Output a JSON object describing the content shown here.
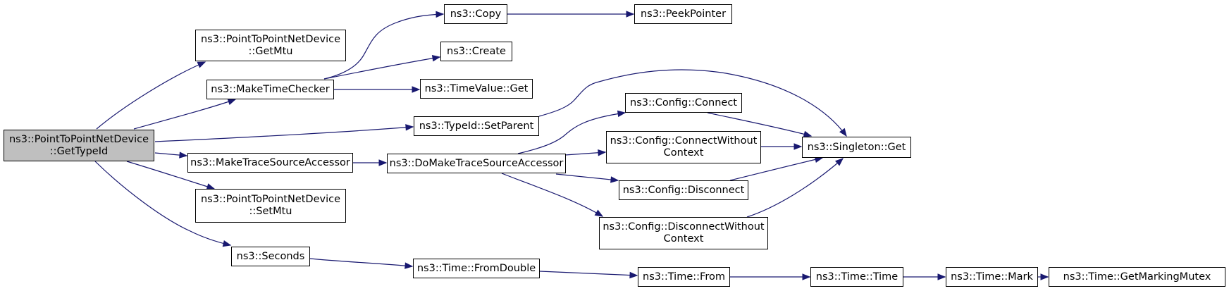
{
  "graph": {
    "edge_color": "#191970",
    "root_fill": "#bfbfbf",
    "nodes": [
      {
        "id": "root",
        "label": "ns3::PointToPointNetDevice\n::GetTypeId",
        "root": true
      },
      {
        "id": "getmtu",
        "label": "ns3::PointToPointNetDevice\n::GetMtu"
      },
      {
        "id": "mtc",
        "label": "ns3::MakeTimeChecker"
      },
      {
        "id": "mtsa",
        "label": "ns3::MakeTraceSourceAccessor"
      },
      {
        "id": "setmtu",
        "label": "ns3::PointToPointNetDevice\n::SetMtu"
      },
      {
        "id": "seconds",
        "label": "ns3::Seconds"
      },
      {
        "id": "copy",
        "label": "ns3::Copy"
      },
      {
        "id": "peek",
        "label": "ns3::PeekPointer"
      },
      {
        "id": "create",
        "label": "ns3::Create"
      },
      {
        "id": "tvget",
        "label": "ns3::TimeValue::Get"
      },
      {
        "id": "setparent",
        "label": "ns3::TypeId::SetParent"
      },
      {
        "id": "dmtsa",
        "label": "ns3::DoMakeTraceSourceAccessor"
      },
      {
        "id": "cconnect",
        "label": "ns3::Config::Connect"
      },
      {
        "id": "cconnectwo",
        "label": "ns3::Config::ConnectWithout\nContext"
      },
      {
        "id": "cdisconnect",
        "label": "ns3::Config::Disconnect"
      },
      {
        "id": "cdisconnectwo",
        "label": "ns3::Config::DisconnectWithout\nContext"
      },
      {
        "id": "singleton",
        "label": "ns3::Singleton::Get"
      },
      {
        "id": "fromdouble",
        "label": "ns3::Time::FromDouble"
      },
      {
        "id": "from",
        "label": "ns3::Time::From"
      },
      {
        "id": "time",
        "label": "ns3::Time::Time"
      },
      {
        "id": "mark",
        "label": "ns3::Time::Mark"
      },
      {
        "id": "mutex",
        "label": "ns3::Time::GetMarkingMutex"
      }
    ],
    "edges": [
      [
        "root",
        "getmtu"
      ],
      [
        "root",
        "mtc"
      ],
      [
        "root",
        "setparent"
      ],
      [
        "root",
        "mtsa"
      ],
      [
        "root",
        "setmtu"
      ],
      [
        "root",
        "seconds"
      ],
      [
        "mtc",
        "copy"
      ],
      [
        "mtc",
        "create"
      ],
      [
        "mtc",
        "tvget"
      ],
      [
        "copy",
        "peek"
      ],
      [
        "setparent",
        "singleton"
      ],
      [
        "mtsa",
        "dmtsa"
      ],
      [
        "dmtsa",
        "cconnect"
      ],
      [
        "dmtsa",
        "cconnectwo"
      ],
      [
        "dmtsa",
        "cdisconnect"
      ],
      [
        "dmtsa",
        "cdisconnectwo"
      ],
      [
        "cconnect",
        "singleton"
      ],
      [
        "cconnectwo",
        "singleton"
      ],
      [
        "cdisconnect",
        "singleton"
      ],
      [
        "cdisconnectwo",
        "singleton"
      ],
      [
        "seconds",
        "fromdouble"
      ],
      [
        "fromdouble",
        "from"
      ],
      [
        "from",
        "time"
      ],
      [
        "time",
        "mark"
      ],
      [
        "mark",
        "mutex"
      ]
    ]
  }
}
